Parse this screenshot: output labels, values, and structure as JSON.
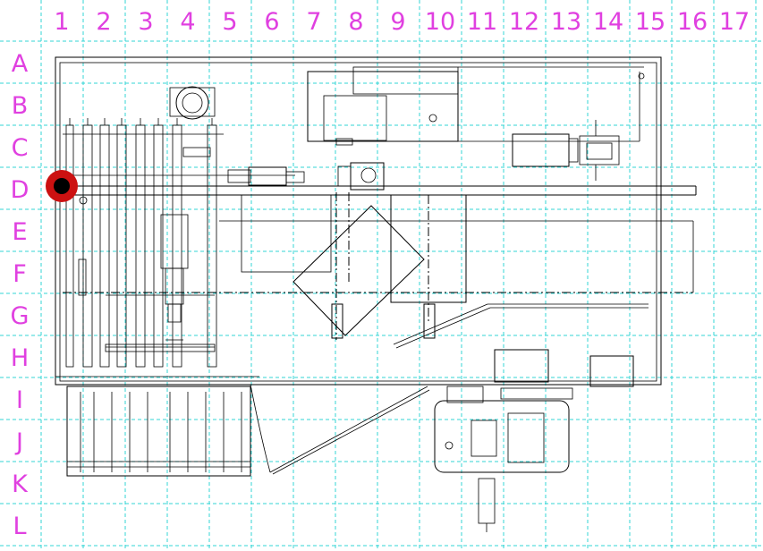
{
  "grid": {
    "columns": [
      "1",
      "2",
      "3",
      "4",
      "5",
      "6",
      "7",
      "8",
      "9",
      "10",
      "11",
      "12",
      "13",
      "14",
      "15",
      "16",
      "17"
    ],
    "rows": [
      "A",
      "B",
      "C",
      "D",
      "E",
      "F",
      "G",
      "H",
      "I",
      "J",
      "K",
      "L"
    ]
  },
  "colors": {
    "grid": "#33d6d6",
    "labels": "#e040e0",
    "marker_outer": "#cc1111",
    "marker_inner": "#000000"
  }
}
